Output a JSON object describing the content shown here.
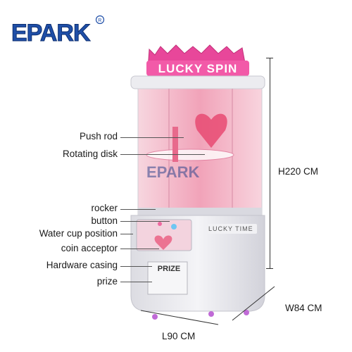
{
  "brand": {
    "logo_text": "EPARK",
    "registered_mark": "®",
    "watermark": "EPARK"
  },
  "machine": {
    "marquee_text": "LUCKY SPIN",
    "cabinet_text": "LUCKY TIME",
    "prize_door_text": "PRIZE"
  },
  "labels": [
    "Push rod",
    "Rotating disk",
    "rocker",
    "button",
    "Water cup position",
    "coin acceptor",
    "Hardware casing",
    "prize"
  ],
  "dimensions": {
    "height": "H220 CM",
    "width": "W84 CM",
    "length": "L90 CM"
  },
  "colors": {
    "brand_blue": "#1f4fa8",
    "marquee_pink": "#e8479a",
    "cabinet_white": "#ededf1",
    "glow_pink": "#f6b6cc"
  }
}
